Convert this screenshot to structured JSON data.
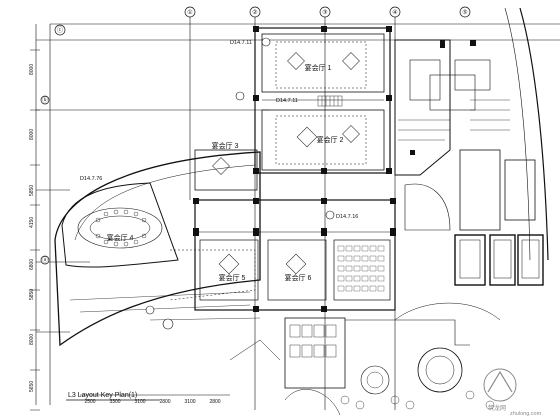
{
  "drawing": {
    "title": "L3 Layout Key Plan(1)",
    "column_grid_top": [
      "①",
      "②",
      "③",
      "④",
      "⑤"
    ],
    "column_grid_left": [
      "ⓒ",
      "ⓑ",
      "ⓐ"
    ],
    "dimensions_left": [
      "8000",
      "8000",
      "5850",
      "4150",
      "6800",
      "5850",
      "8000",
      "5650"
    ],
    "dimensions_bottom": [
      "2500",
      "3300",
      "3100",
      "2800",
      "3100",
      "2800"
    ],
    "room_labels": {
      "room_1": "宴会厅 1",
      "room_2": "宴会厅 2",
      "room_3": "宴会厅 3",
      "room_4": "宴会厅 4",
      "room_5": "宴会厅 5",
      "room_6": "宴会厅 6"
    },
    "tags": {
      "tag_a": "D14.7.11",
      "tag_b": "D14.7.16",
      "tag_c": "D14.7.76",
      "tag_d": "D14.7.11"
    }
  },
  "watermark": {
    "site": "zhulong.com",
    "site_cn": "筑龙网"
  },
  "colors": {
    "line": "#111111",
    "background": "#ffffff",
    "watermark": "#8a8a8a"
  }
}
